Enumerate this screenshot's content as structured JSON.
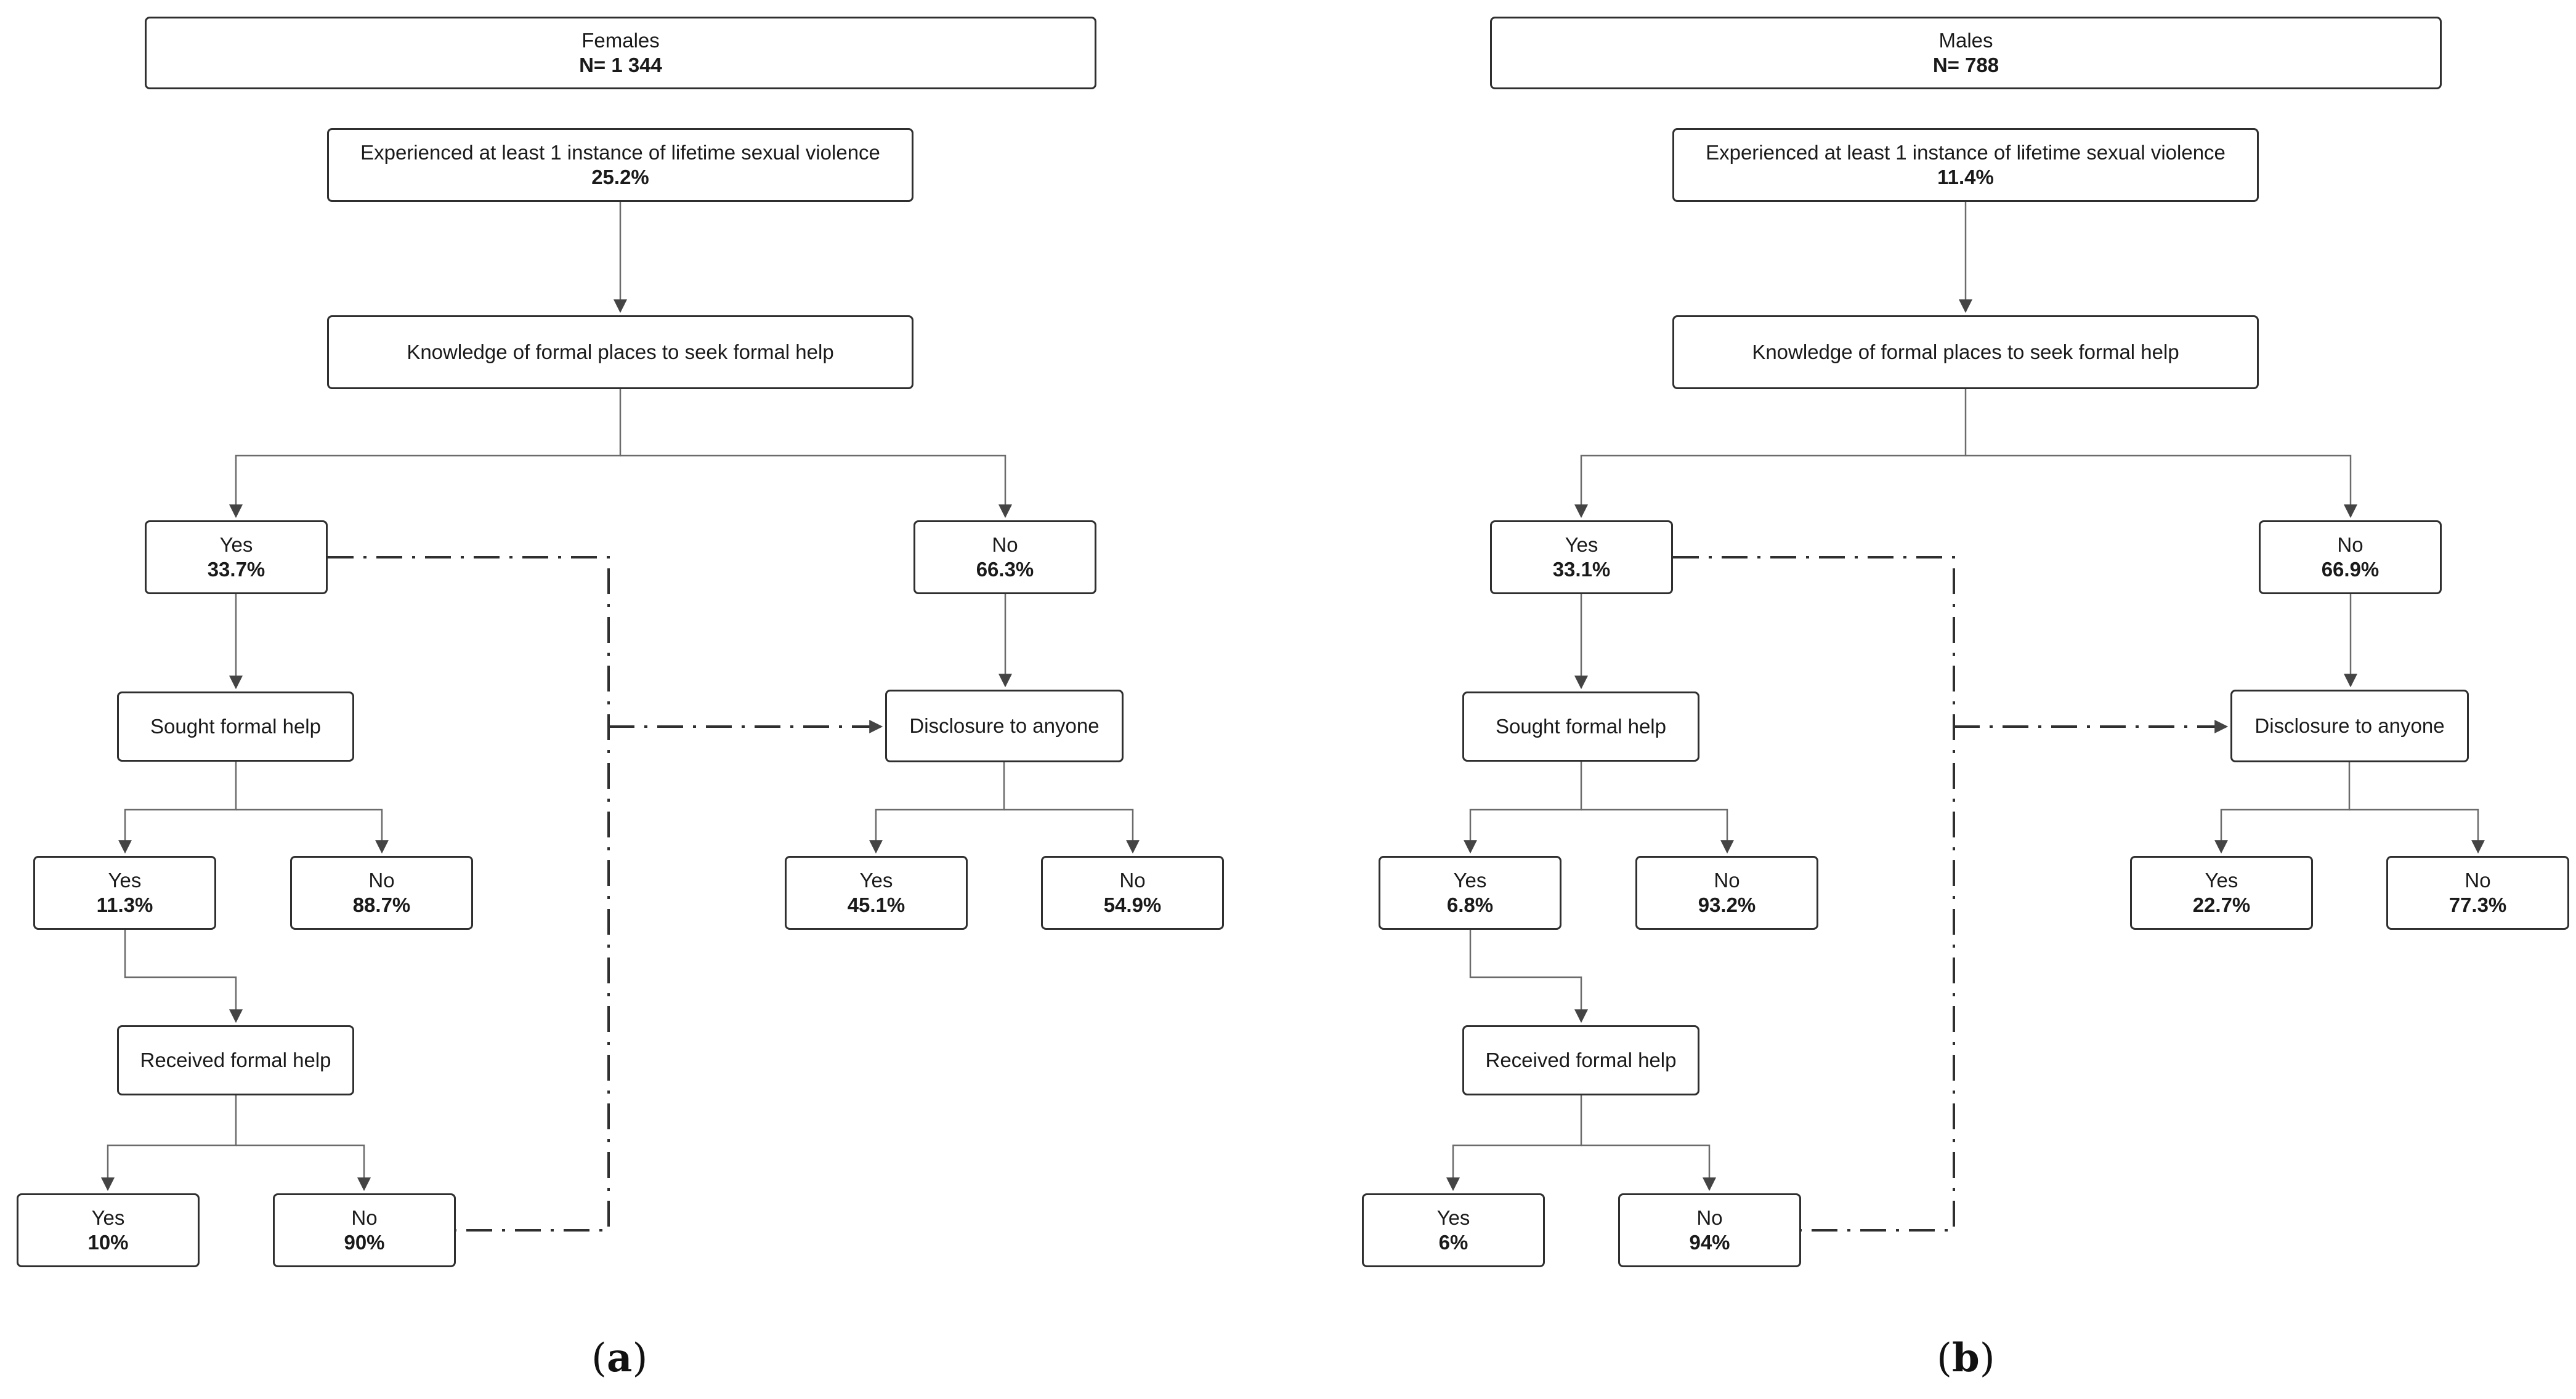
{
  "colors": {
    "line": "#6b6b6b",
    "dash": "#2f2f2f",
    "border": "#2f2f2f"
  },
  "panels": [
    {
      "label": "a",
      "header": {
        "line1": "Females",
        "line2": "N= 1 344"
      },
      "experienced": {
        "line1": "Experienced at least 1 instance of lifetime sexual violence",
        "line2": "25.2%"
      },
      "knowledge": {
        "line1": "Knowledge of formal places to seek formal help"
      },
      "know_yes": {
        "line1": "Yes",
        "line2": "33.7%"
      },
      "know_no": {
        "line1": "No",
        "line2": "66.3%"
      },
      "sought": {
        "line1": "Sought formal help"
      },
      "sought_yes": {
        "line1": "Yes",
        "line2": "11.3%"
      },
      "sought_no": {
        "line1": "No",
        "line2": "88.7%"
      },
      "received": {
        "line1": "Received formal help"
      },
      "received_yes": {
        "line1": "Yes",
        "line2": "10%"
      },
      "received_no": {
        "line1": "No",
        "line2": "90%"
      },
      "disclosure": {
        "line1": "Disclosure to anyone"
      },
      "disclosure_yes": {
        "line1": "Yes",
        "line2": "45.1%"
      },
      "disclosure_no": {
        "line1": "No",
        "line2": "54.9%"
      }
    },
    {
      "label": "b",
      "header": {
        "line1": "Males",
        "line2": "N= 788"
      },
      "experienced": {
        "line1": "Experienced at least 1 instance of lifetime sexual violence",
        "line2": "11.4%"
      },
      "knowledge": {
        "line1": "Knowledge of formal places to seek formal help"
      },
      "know_yes": {
        "line1": "Yes",
        "line2": "33.1%"
      },
      "know_no": {
        "line1": "No",
        "line2": "66.9%"
      },
      "sought": {
        "line1": "Sought formal help"
      },
      "sought_yes": {
        "line1": "Yes",
        "line2": "6.8%"
      },
      "sought_no": {
        "line1": "No",
        "line2": "93.2%"
      },
      "received": {
        "line1": "Received formal help"
      },
      "received_yes": {
        "line1": "Yes",
        "line2": "6%"
      },
      "received_no": {
        "line1": "No",
        "line2": "94%"
      },
      "disclosure": {
        "line1": "Disclosure to anyone"
      },
      "disclosure_yes": {
        "line1": "Yes",
        "line2": "22.7%"
      },
      "disclosure_no": {
        "line1": "No",
        "line2": "77.3%"
      }
    }
  ]
}
